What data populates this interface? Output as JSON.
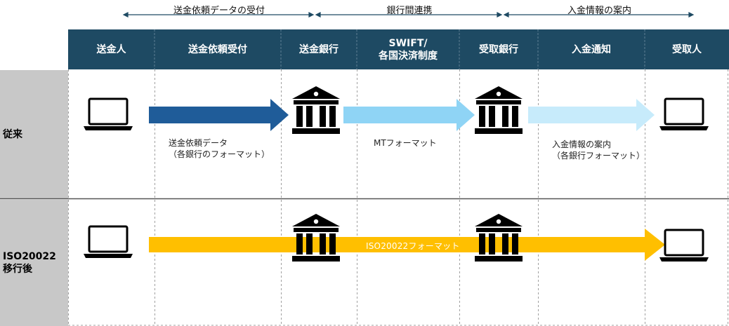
{
  "phases": [
    {
      "label": "送金依頼データの受付"
    },
    {
      "label": "銀行間連携"
    },
    {
      "label": "入金情報の案内"
    }
  ],
  "headers": [
    "送金人",
    "送金依頼受付",
    "送金銀行",
    "SWIFT/\n各国決済制度",
    "受取銀行",
    "入金通知",
    "受取人"
  ],
  "rows": {
    "legacy": {
      "label": "従来",
      "notes": {
        "request_data": "送金依頼データ\n（各銀行のフォーマット）",
        "mt_format": "MTフォーマット",
        "deposit_info": "入金情報の案内\n（各銀行フォーマット）"
      }
    },
    "iso": {
      "label": "ISO20022\n移行後",
      "banner": "ISO20022フォーマット"
    }
  },
  "colors": {
    "header_bg": "#1e4a63",
    "row_label_bg": "#c8c8c8",
    "arrow_dark_blue": "#1f5c99",
    "arrow_light_blue": "#8fd4f5",
    "arrow_pale_blue": "#c7ebfb",
    "arrow_gold": "#ffbf00"
  },
  "icons": [
    "laptop-icon",
    "bank-icon"
  ]
}
